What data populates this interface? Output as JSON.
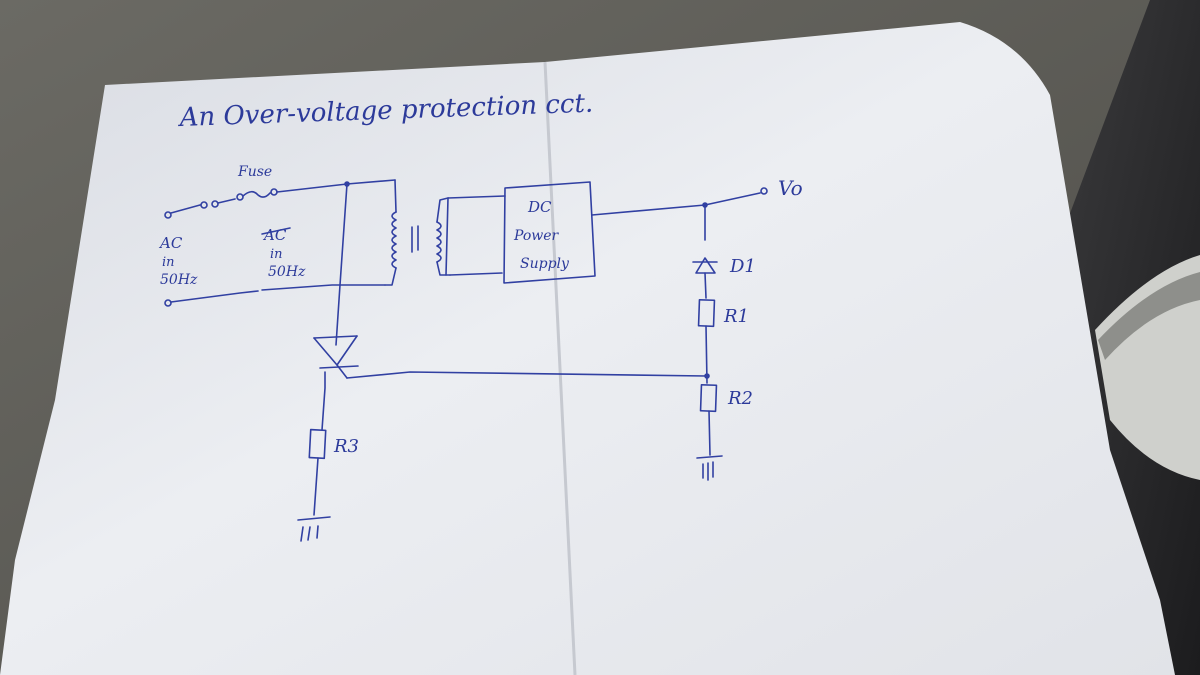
{
  "photo": {
    "title": "An Over-voltage protection cct.",
    "labels": {
      "fuse": "Fuse",
      "ac_line1": "AC",
      "ac_line2": "in",
      "ac_line3": "50Hz",
      "dc_box_line1": "DC",
      "dc_box_line2": "Power",
      "dc_box_line3": "Supply",
      "output": "Vo",
      "d1": "D1",
      "r1": "R1",
      "r2": "R2",
      "r3": "R3"
    },
    "colors": {
      "ink": "#3140a2",
      "paper": "#e6e7ec",
      "table": "#5e5c56",
      "device": "#2b2b2d"
    }
  }
}
